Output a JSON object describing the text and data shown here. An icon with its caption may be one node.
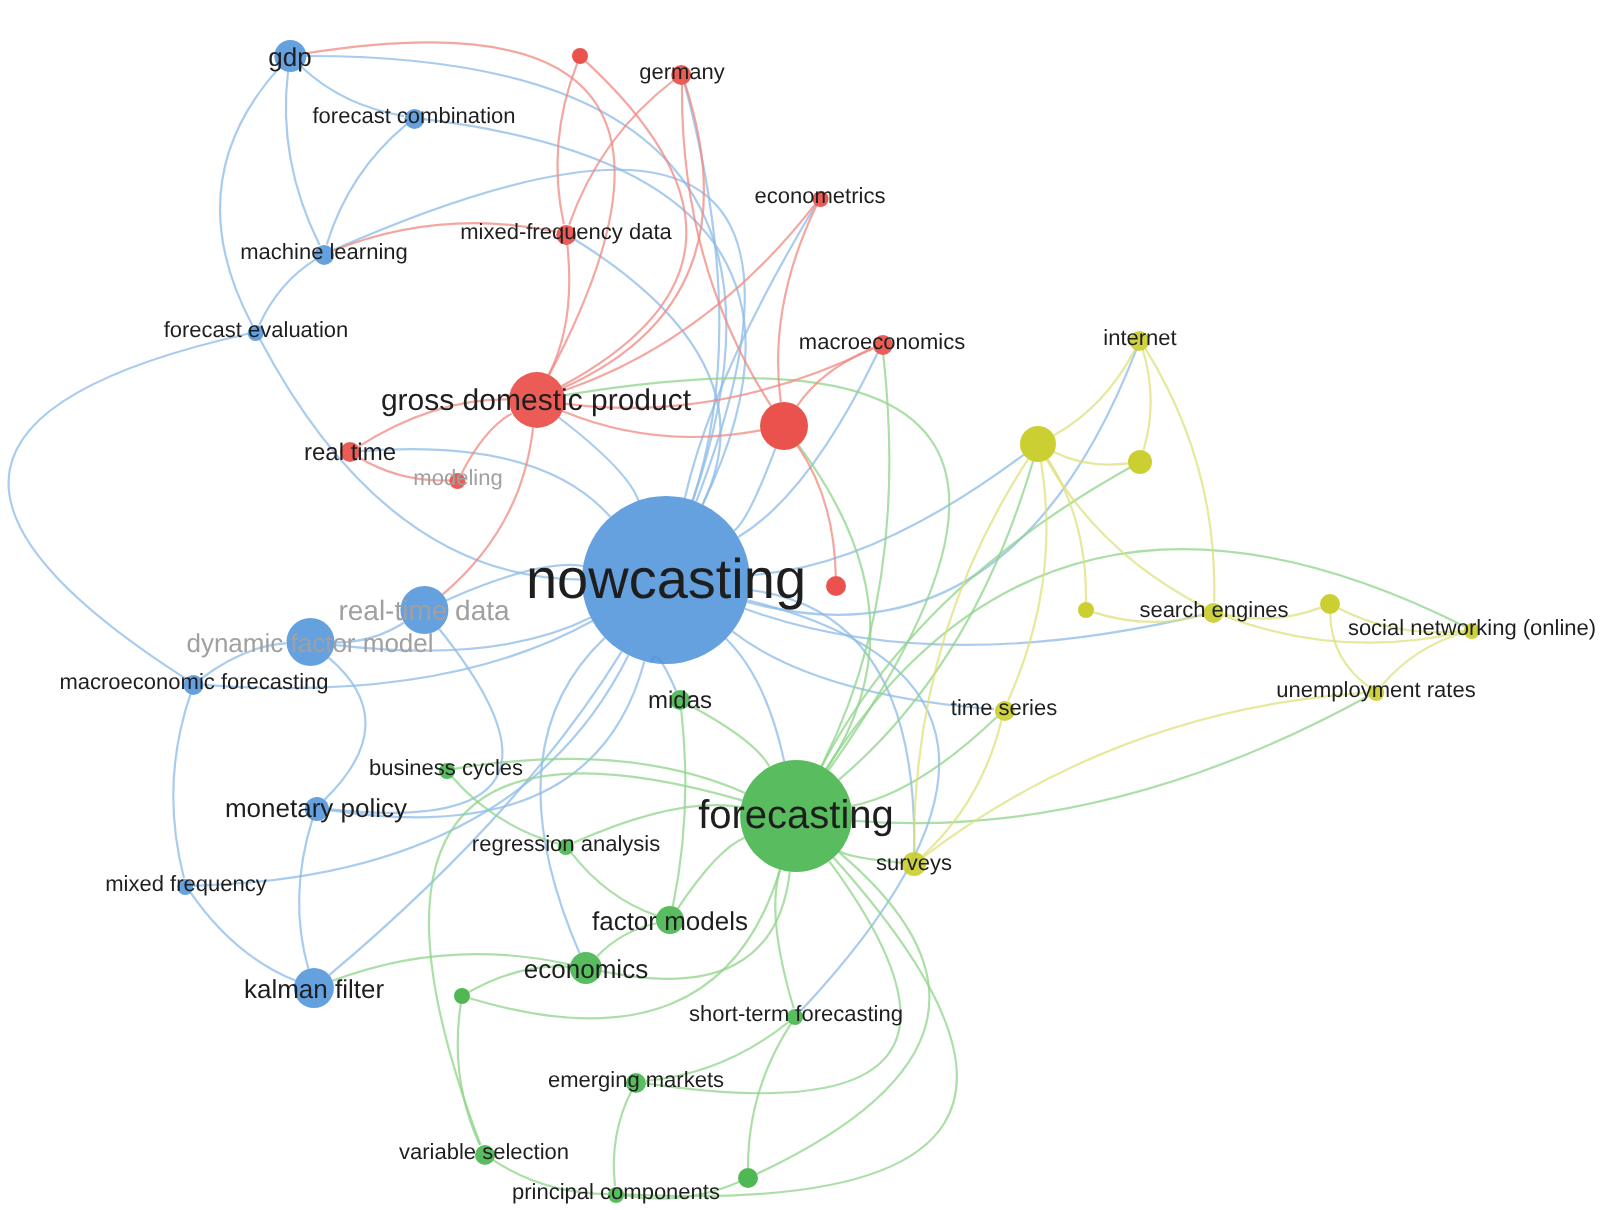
{
  "diagram": {
    "nodes": [
      {
        "text": [
          "nowcasting"
        ]
      },
      {
        "text": [
          "forecasting"
        ]
      },
      {
        "text": [
          "gross domestic product"
        ]
      },
      {
        "text": [
          "gdp"
        ]
      },
      {
        "text": [
          "forecast combination"
        ]
      },
      {
        "text": [
          "machine learning"
        ]
      },
      {
        "text": [
          "forecast evaluation"
        ]
      },
      {
        "text": [
          "germany"
        ]
      },
      {
        "text": [
          "econometrics"
        ]
      },
      {
        "text": [
          "mixed-frequency data"
        ]
      },
      {
        "text": [
          "macroeconomics"
        ]
      },
      {
        "text": [
          "real time"
        ]
      },
      {
        "text": [
          "modeling"
        ]
      },
      {
        "text": [],
        "shape": "circle"
      },
      {
        "text": [],
        "shape": "circle"
      },
      {
        "text": [],
        "shape": "circle"
      },
      {
        "text": [],
        "shape": "circle"
      },
      {
        "text": [],
        "shape": "circle"
      },
      {
        "text": [
          "internet"
        ]
      },
      {
        "text": [],
        "shape": "circle"
      },
      {
        "text": [
          "search engines"
        ]
      },
      {
        "text": [],
        "shape": "circle"
      },
      {
        "text": [
          "social networking (online)"
        ]
      },
      {
        "text": [
          "unemployment rates"
        ]
      },
      {
        "text": [
          "time series"
        ]
      },
      {
        "text": [
          "surveys"
        ]
      },
      {
        "text": [
          "real-time data"
        ]
      },
      {
        "text": [
          "dynamic factor model"
        ]
      },
      {
        "text": [
          "macroeconomic forecasting"
        ]
      },
      {
        "text": [
          "midas"
        ]
      },
      {
        "text": [
          "business cycles"
        ]
      },
      {
        "text": [
          "monetary policy"
        ]
      },
      {
        "text": [
          "regression analysis"
        ]
      },
      {
        "text": [
          "mixed frequency"
        ]
      },
      {
        "text": [
          "factor models"
        ]
      },
      {
        "text": [
          "economics"
        ]
      },
      {
        "text": [
          "kalman filter"
        ]
      },
      {
        "text": [],
        "shape": "circle"
      },
      {
        "text": [
          "short-term forecasting"
        ]
      },
      {
        "text": [
          "emerging markets"
        ]
      },
      {
        "text": [
          "variable selection"
        ]
      },
      {
        "text": [
          "principal components"
        ]
      },
      {
        "text": [],
        "shape": "circle"
      }
    ],
    "edges": [
      {
        "from": 0,
        "to": 1,
        "arrow": "none",
        "color": "#8cbbe8"
      },
      {
        "from": 0,
        "to": 2,
        "arrow": "none",
        "color": "#8cbbe8"
      },
      {
        "from": 0,
        "to": 3,
        "arrow": "none",
        "color": "#8cbbe8"
      },
      {
        "from": 0,
        "to": 4,
        "arrow": "none",
        "color": "#8cbbe8"
      },
      {
        "from": 0,
        "to": 5,
        "arrow": "none",
        "color": "#8cbbe8"
      },
      {
        "from": 0,
        "to": 6,
        "arrow": "none",
        "color": "#8cbbe8"
      },
      {
        "from": 0,
        "to": 7,
        "arrow": "none",
        "color": "#8cbbe8"
      },
      {
        "from": 0,
        "to": 8,
        "arrow": "none",
        "color": "#8cbbe8"
      },
      {
        "from": 0,
        "to": 9,
        "arrow": "none",
        "color": "#8cbbe8"
      },
      {
        "from": 0,
        "to": 10,
        "arrow": "none",
        "color": "#8cbbe8"
      },
      {
        "from": 0,
        "to": 11,
        "arrow": "none",
        "color": "#8cbbe8"
      },
      {
        "from": 0,
        "to": 13,
        "arrow": "none",
        "color": "#8cbbe8"
      },
      {
        "from": 0,
        "to": 16,
        "arrow": "none",
        "color": "#8cbbe8"
      },
      {
        "from": 0,
        "to": 18,
        "arrow": "none",
        "color": "#8cbbe8"
      },
      {
        "from": 0,
        "to": 20,
        "arrow": "none",
        "color": "#8cbbe8"
      },
      {
        "from": 0,
        "to": 24,
        "arrow": "none",
        "color": "#8cbbe8"
      },
      {
        "from": 0,
        "to": 25,
        "arrow": "none",
        "color": "#8cbbe8"
      },
      {
        "from": 0,
        "to": 26,
        "arrow": "none",
        "color": "#8cbbe8"
      },
      {
        "from": 0,
        "to": 27,
        "arrow": "none",
        "color": "#8cbbe8"
      },
      {
        "from": 0,
        "to": 28,
        "arrow": "none",
        "color": "#8cbbe8"
      },
      {
        "from": 0,
        "to": 29,
        "arrow": "none",
        "color": "#8cbbe8"
      },
      {
        "from": 0,
        "to": 31,
        "arrow": "none",
        "color": "#8cbbe8"
      },
      {
        "from": 0,
        "to": 33,
        "arrow": "none",
        "color": "#8cbbe8"
      },
      {
        "from": 0,
        "to": 35,
        "arrow": "none",
        "color": "#8cbbe8"
      },
      {
        "from": 0,
        "to": 36,
        "arrow": "none",
        "color": "#8cbbe8"
      },
      {
        "from": 0,
        "to": 38,
        "arrow": "none",
        "color": "#8cbbe8"
      },
      {
        "from": 1,
        "to": 2,
        "arrow": "none",
        "color": "#8fd48a"
      },
      {
        "from": 1,
        "to": 10,
        "arrow": "none",
        "color": "#8fd48a"
      },
      {
        "from": 1,
        "to": 13,
        "arrow": "none",
        "color": "#8fd48a"
      },
      {
        "from": 1,
        "to": 16,
        "arrow": "none",
        "color": "#8fd48a"
      },
      {
        "from": 1,
        "to": 17,
        "arrow": "none",
        "color": "#8fd48a"
      },
      {
        "from": 1,
        "to": 24,
        "arrow": "none",
        "color": "#8fd48a"
      },
      {
        "from": 1,
        "to": 25,
        "arrow": "none",
        "color": "#8fd48a"
      },
      {
        "from": 1,
        "to": 29,
        "arrow": "none",
        "color": "#8fd48a"
      },
      {
        "from": 1,
        "to": 30,
        "arrow": "none",
        "color": "#8fd48a"
      },
      {
        "from": 1,
        "to": 32,
        "arrow": "none",
        "color": "#8fd48a"
      },
      {
        "from": 1,
        "to": 34,
        "arrow": "none",
        "color": "#8fd48a"
      },
      {
        "from": 1,
        "to": 35,
        "arrow": "none",
        "color": "#8fd48a"
      },
      {
        "from": 1,
        "to": 37,
        "arrow": "none",
        "color": "#8fd48a"
      },
      {
        "from": 1,
        "to": 38,
        "arrow": "none",
        "color": "#8fd48a"
      },
      {
        "from": 1,
        "to": 39,
        "arrow": "none",
        "color": "#8fd48a"
      },
      {
        "from": 1,
        "to": 40,
        "arrow": "none",
        "color": "#8fd48a"
      },
      {
        "from": 1,
        "to": 41,
        "arrow": "none",
        "color": "#8fd48a"
      },
      {
        "from": 1,
        "to": 42,
        "arrow": "none",
        "color": "#8fd48a"
      },
      {
        "from": 1,
        "to": 22,
        "arrow": "none",
        "color": "#8fd48a"
      },
      {
        "from": 1,
        "to": 23,
        "arrow": "none",
        "color": "#8fd48a"
      },
      {
        "from": 2,
        "to": 7,
        "arrow": "none",
        "color": "#f08a80"
      },
      {
        "from": 2,
        "to": 8,
        "arrow": "none",
        "color": "#f08a80"
      },
      {
        "from": 2,
        "to": 9,
        "arrow": "none",
        "color": "#f08a80"
      },
      {
        "from": 2,
        "to": 11,
        "arrow": "none",
        "color": "#f08a80"
      },
      {
        "from": 2,
        "to": 12,
        "arrow": "none",
        "color": "#f08a80"
      },
      {
        "from": 2,
        "to": 13,
        "arrow": "none",
        "color": "#f08a80"
      },
      {
        "from": 2,
        "to": 14,
        "arrow": "none",
        "color": "#f08a80"
      },
      {
        "from": 2,
        "to": 10,
        "arrow": "none",
        "color": "#f08a80"
      },
      {
        "from": 2,
        "to": 3,
        "arrow": "none",
        "color": "#f08a80"
      },
      {
        "from": 2,
        "to": 26,
        "arrow": "none",
        "color": "#f08a80"
      },
      {
        "from": 7,
        "to": 9,
        "arrow": "none",
        "color": "#f08a80"
      },
      {
        "from": 7,
        "to": 13,
        "arrow": "none",
        "color": "#f08a80"
      },
      {
        "from": 8,
        "to": 13,
        "arrow": "none",
        "color": "#f08a80"
      },
      {
        "from": 10,
        "to": 13,
        "arrow": "none",
        "color": "#f08a80"
      },
      {
        "from": 14,
        "to": 9,
        "arrow": "none",
        "color": "#f08a80"
      },
      {
        "from": 13,
        "to": 15,
        "arrow": "none",
        "color": "#f08a80"
      },
      {
        "from": 11,
        "to": 12,
        "arrow": "none",
        "color": "#f08a80"
      },
      {
        "from": 9,
        "to": 5,
        "arrow": "none",
        "color": "#f08a80"
      },
      {
        "from": 3,
        "to": 4,
        "arrow": "none",
        "color": "#8cbbe8"
      },
      {
        "from": 3,
        "to": 5,
        "arrow": "none",
        "color": "#8cbbe8"
      },
      {
        "from": 3,
        "to": 6,
        "arrow": "none",
        "color": "#8cbbe8"
      },
      {
        "from": 4,
        "to": 5,
        "arrow": "none",
        "color": "#8cbbe8"
      },
      {
        "from": 5,
        "to": 6,
        "arrow": "none",
        "color": "#8cbbe8"
      },
      {
        "from": 6,
        "to": 28,
        "arrow": "none",
        "color": "#8cbbe8"
      },
      {
        "from": 27,
        "to": 28,
        "arrow": "none",
        "color": "#8cbbe8"
      },
      {
        "from": 27,
        "to": 26,
        "arrow": "none",
        "color": "#8cbbe8"
      },
      {
        "from": 27,
        "to": 31,
        "arrow": "none",
        "color": "#8cbbe8"
      },
      {
        "from": 31,
        "to": 36,
        "arrow": "none",
        "color": "#8cbbe8"
      },
      {
        "from": 33,
        "to": 36,
        "arrow": "none",
        "color": "#8cbbe8"
      },
      {
        "from": 28,
        "to": 33,
        "arrow": "none",
        "color": "#8cbbe8"
      },
      {
        "from": 26,
        "to": 31,
        "arrow": "none",
        "color": "#8cbbe8"
      },
      {
        "from": 16,
        "to": 17,
        "arrow": "none",
        "color": "#dde07a"
      },
      {
        "from": 16,
        "to": 18,
        "arrow": "none",
        "color": "#dde07a"
      },
      {
        "from": 16,
        "to": 20,
        "arrow": "none",
        "color": "#dde07a"
      },
      {
        "from": 17,
        "to": 18,
        "arrow": "none",
        "color": "#dde07a"
      },
      {
        "from": 18,
        "to": 20,
        "arrow": "none",
        "color": "#dde07a"
      },
      {
        "from": 20,
        "to": 21,
        "arrow": "none",
        "color": "#dde07a"
      },
      {
        "from": 20,
        "to": 22,
        "arrow": "none",
        "color": "#dde07a"
      },
      {
        "from": 21,
        "to": 22,
        "arrow": "none",
        "color": "#dde07a"
      },
      {
        "from": 21,
        "to": 23,
        "arrow": "none",
        "color": "#dde07a"
      },
      {
        "from": 22,
        "to": 23,
        "arrow": "none",
        "color": "#dde07a"
      },
      {
        "from": 24,
        "to": 16,
        "arrow": "none",
        "color": "#dde07a"
      },
      {
        "from": 25,
        "to": 24,
        "arrow": "none",
        "color": "#dde07a"
      },
      {
        "from": 19,
        "to": 20,
        "arrow": "none",
        "color": "#dde07a"
      },
      {
        "from": 19,
        "to": 16,
        "arrow": "none",
        "color": "#dde07a"
      },
      {
        "from": 25,
        "to": 16,
        "arrow": "none",
        "color": "#dde07a"
      },
      {
        "from": 23,
        "to": 25,
        "arrow": "none",
        "color": "#dde07a"
      },
      {
        "from": 34,
        "to": 35,
        "arrow": "none",
        "color": "#8fd48a"
      },
      {
        "from": 35,
        "to": 36,
        "arrow": "none",
        "color": "#8fd48a"
      },
      {
        "from": 35,
        "to": 37,
        "arrow": "none",
        "color": "#8fd48a"
      },
      {
        "from": 37,
        "to": 40,
        "arrow": "none",
        "color": "#8fd48a"
      },
      {
        "from": 39,
        "to": 41,
        "arrow": "none",
        "color": "#8fd48a"
      },
      {
        "from": 40,
        "to": 41,
        "arrow": "none",
        "color": "#8fd48a"
      },
      {
        "from": 41,
        "to": 42,
        "arrow": "none",
        "color": "#8fd48a"
      },
      {
        "from": 38,
        "to": 42,
        "arrow": "none",
        "color": "#8fd48a"
      },
      {
        "from": 39,
        "to": 38,
        "arrow": "none",
        "color": "#8fd48a"
      },
      {
        "from": 32,
        "to": 34,
        "arrow": "none",
        "color": "#8fd48a"
      },
      {
        "from": 30,
        "to": 32,
        "arrow": "none",
        "color": "#8fd48a"
      },
      {
        "from": 29,
        "to": 34,
        "arrow": "none",
        "color": "#8fd48a"
      }
    ]
  }
}
